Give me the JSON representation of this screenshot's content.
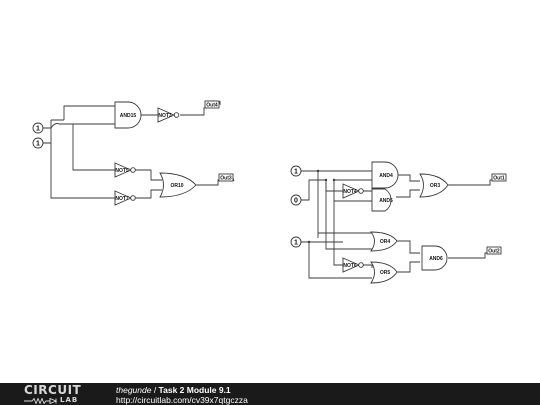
{
  "circuit": {
    "left": {
      "inputs": [
        "1",
        "1"
      ],
      "gates": {
        "and15": "AND15",
        "not3": "NOT3",
        "not5": "NOT5",
        "not7": "NOT7",
        "or10": "OR10"
      },
      "outputs": {
        "out4": "Out4",
        "out3": "Out3"
      }
    },
    "right": {
      "inputs": [
        "1",
        "0",
        "1"
      ],
      "gates": {
        "and4": "AND4",
        "not4": "NOT4",
        "and5": "AND5",
        "or3": "OR3",
        "or4": "OR4",
        "not6": "NOT6",
        "or5": "OR5",
        "and6": "AND6"
      },
      "outputs": {
        "out1": "Out1",
        "out2": "Out2"
      }
    }
  },
  "footer": {
    "logo_top": "CIRCUIT",
    "logo_bottom": "LAB",
    "author": "thegunde",
    "separator": " / ",
    "title": "Task 2 Module 9.1",
    "url": "http://circuitlab.com/cv39x7qtgczza"
  },
  "colors": {
    "wire": "#3a3a3a",
    "footer_bg": "#1a1a1a",
    "footer_text": "#ffffff"
  }
}
